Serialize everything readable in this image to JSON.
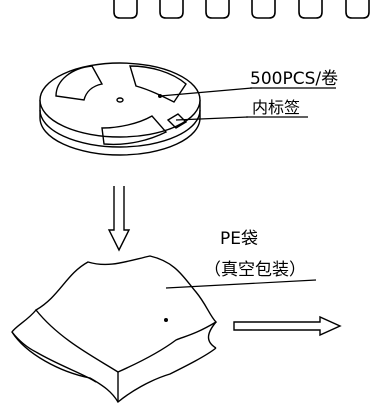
{
  "reel": {
    "label_qty": "500PCS/卷",
    "label_inner": "内标签"
  },
  "bag": {
    "label_type": "PE袋",
    "label_method": "（真空包装）"
  },
  "colors": {
    "line": "#000000",
    "background": "#ffffff"
  }
}
